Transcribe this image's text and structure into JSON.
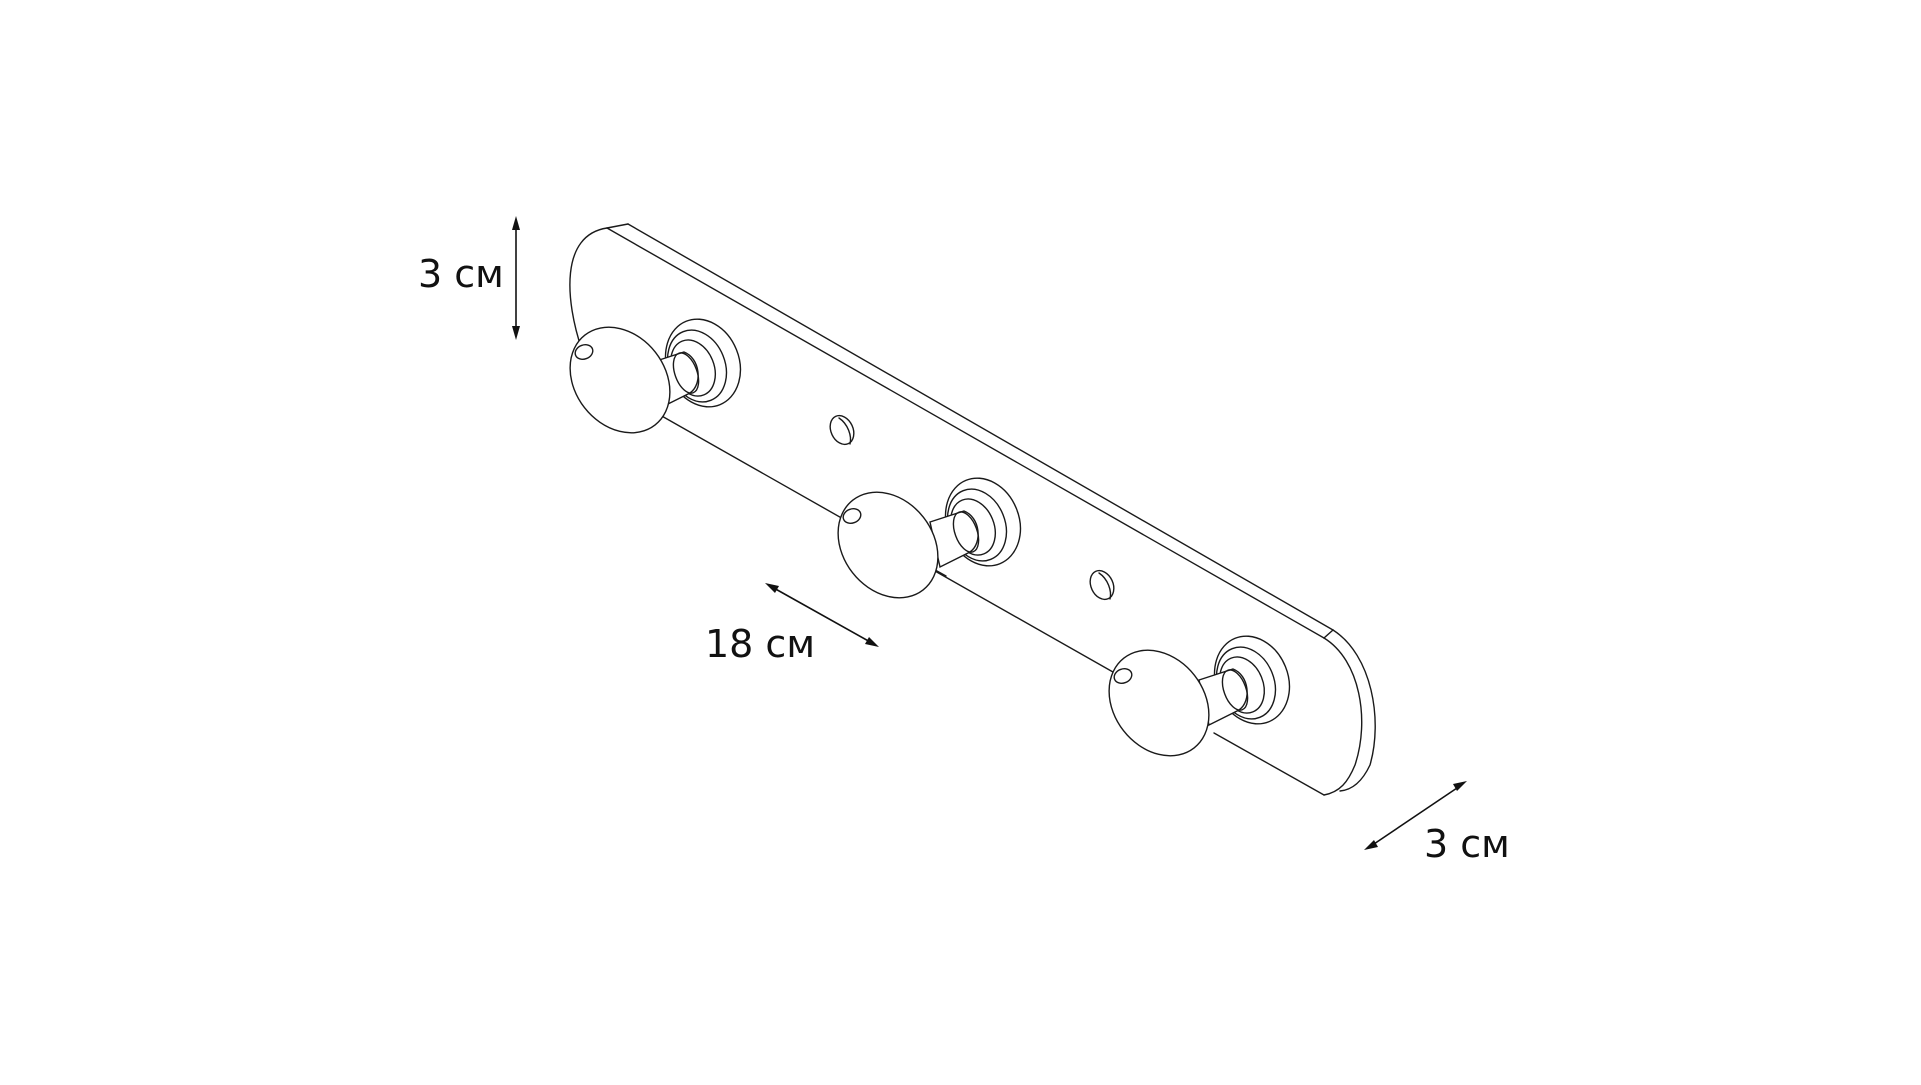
{
  "diagram": {
    "type": "product-dimension-drawing",
    "subject": "wall hook rack with three knob hooks",
    "colors": {
      "background": "#ffffff",
      "line": "#1a1a1a"
    },
    "parts": {
      "hooks_count": 3,
      "screw_holes_count": 2
    },
    "dimensions": {
      "height": {
        "label": "3 см",
        "value": 3,
        "unit": "см",
        "direction": "vertical"
      },
      "length": {
        "label": "18 см",
        "value": 18,
        "unit": "см",
        "direction": "diagonal-along-plate"
      },
      "depth": {
        "label": "3 см",
        "value": 3,
        "unit": "см",
        "direction": "diagonal-depth"
      }
    }
  }
}
